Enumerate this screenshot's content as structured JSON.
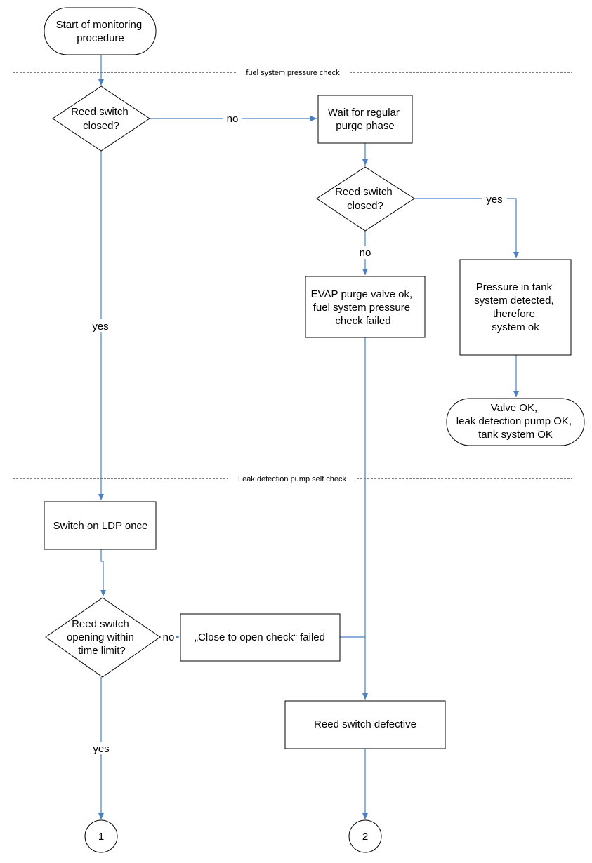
{
  "sections": {
    "fuel_check": "fuel system pressure check",
    "ldp_check": "Leak detection pump self check"
  },
  "nodes": {
    "start": [
      "Start of monitoring",
      "procedure"
    ],
    "reed1": [
      "Reed switch",
      "closed?"
    ],
    "wait": [
      "Wait for regular",
      "purge phase"
    ],
    "reed2": [
      "Reed switch",
      "closed?"
    ],
    "evap": [
      "EVAP purge valve ok,",
      "fuel system pressure",
      "check failed"
    ],
    "pressure": [
      "Pressure in tank",
      "system detected,",
      "therefore",
      "system ok"
    ],
    "valveok": [
      "Valve OK,",
      "leak detection pump OK,",
      "tank system OK"
    ],
    "switchon": [
      "Switch on LDP once"
    ],
    "reed3": [
      "Reed switch",
      "opening within",
      "time limit?"
    ],
    "closeopen": [
      "„Close to open check“ failed"
    ],
    "defective": [
      "Reed switch defective"
    ],
    "conn1": [
      "1"
    ],
    "conn2": [
      "2"
    ]
  },
  "edge_labels": {
    "reed1_no": "no",
    "reed1_yes": "yes",
    "reed2_yes": "yes",
    "reed2_no": "no",
    "reed3_no": "no",
    "reed3_yes": "yes"
  }
}
